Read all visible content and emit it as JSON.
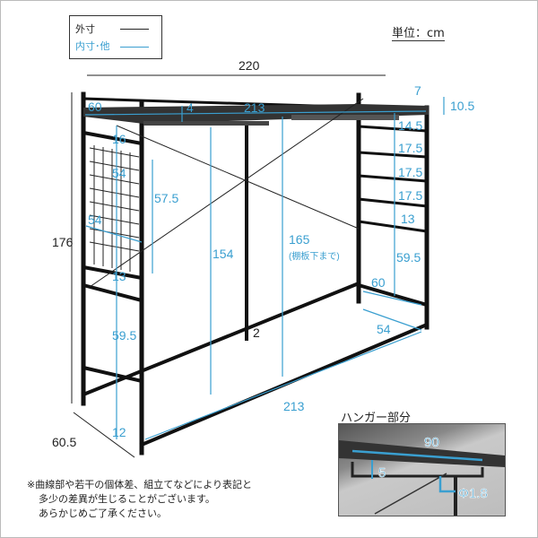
{
  "legend": {
    "outer_label": "外寸",
    "inner_label": "内寸･他",
    "outer_color": "#222222",
    "inner_color": "#3a9fd0"
  },
  "unit": "単位：cm",
  "dimensions": {
    "overall_width": "220",
    "overall_height": "176",
    "overall_depth": "60.5",
    "side_depth_top": "60",
    "shelf_thickness": "4",
    "shelf_width": "213",
    "top_gap": "7",
    "top_rail": "10.5",
    "right_rungs": [
      "14.5",
      "17.5",
      "17.5",
      "17.5",
      "13",
      "59.5"
    ],
    "right_depth": "60",
    "right_bottom_depth": "54",
    "left_top": "16",
    "mesh_height": "54",
    "mesh_width": "54",
    "mesh_frame": "57.5",
    "left_gap": "13",
    "left_lower": "59.5",
    "left_bottom": "12",
    "pole_height": "154",
    "under_shelf": "165",
    "under_shelf_note": "(棚板下まで)",
    "pole_label": "2",
    "bottom_width": "213"
  },
  "hanger": {
    "title": "ハンガー部分",
    "length": "90",
    "height": "5",
    "diameter": "Φ1.8"
  },
  "note": [
    "※曲線部や若干の個体差、組立てなどにより表記と",
    "多少の差異が生じることがございます。",
    "あらかじめご了承ください。"
  ]
}
